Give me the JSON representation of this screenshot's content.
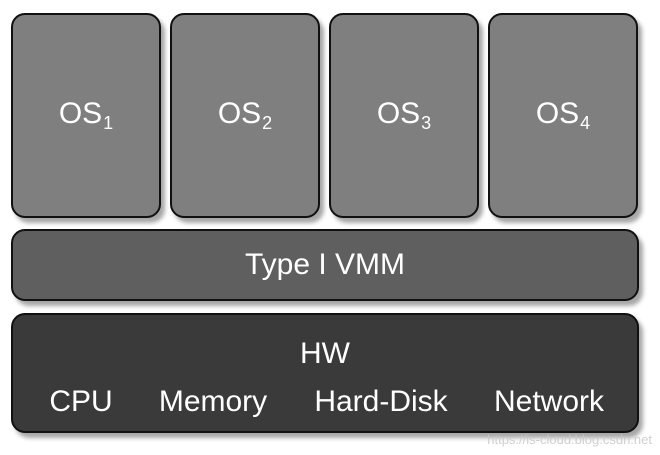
{
  "os_boxes": [
    {
      "label": "OS",
      "sub": "1"
    },
    {
      "label": "OS",
      "sub": "2"
    },
    {
      "label": "OS",
      "sub": "3"
    },
    {
      "label": "OS",
      "sub": "4"
    }
  ],
  "vmm": {
    "label": "Type I VMM"
  },
  "hw": {
    "title": "HW",
    "items": [
      "CPU",
      "Memory",
      "Hard-Disk",
      "Network"
    ]
  },
  "watermark": "https://is-cloud.blog.csdn.net",
  "colors": {
    "os_fill": "#7f7f7f",
    "vmm_fill": "#5f5f5f",
    "hw_fill": "#3a3a3a",
    "border": "#111111",
    "text": "#ffffff"
  }
}
